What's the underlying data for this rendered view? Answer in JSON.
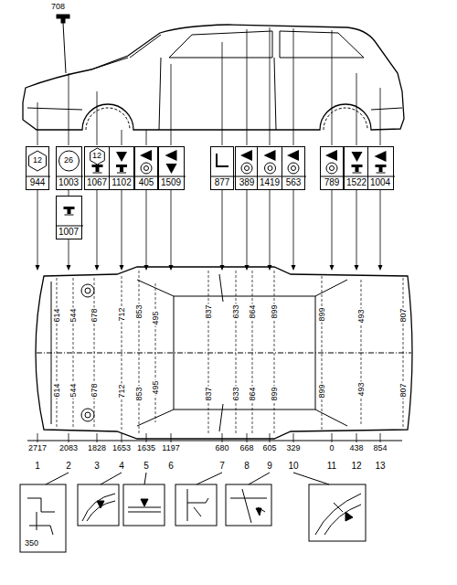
{
  "diagram": {
    "nodes": [
      {
        "text": [
          "12",
          "944"
        ]
      },
      {
        "text": [
          "26",
          "1003"
        ]
      },
      {
        "text": [
          "12",
          "1067"
        ]
      },
      {
        "text": [
          "1102"
        ]
      },
      {
        "text": [
          "405"
        ]
      },
      {
        "text": [
          "1509"
        ]
      },
      {
        "text": [
          "877"
        ]
      },
      {
        "text": [
          "389"
        ]
      },
      {
        "text": [
          "1419"
        ]
      },
      {
        "text": [
          "563"
        ]
      },
      {
        "text": [
          "789"
        ]
      },
      {
        "text": [
          "1522"
        ]
      },
      {
        "text": [
          "1004"
        ]
      },
      {
        "text": [
          "1007"
        ]
      }
    ],
    "labels": [
      "708",
      "614",
      "614",
      "544",
      "544",
      "678",
      "678",
      "712",
      "712",
      "853",
      "853",
      "495",
      "495",
      "837",
      "837",
      "633",
      "633",
      "864",
      "864",
      "899",
      "899",
      "899",
      "899",
      "493",
      "493",
      "807",
      "807",
      "2717",
      "2083",
      "1828",
      "1653",
      "1635",
      "1197",
      "680",
      "668",
      "605",
      "329",
      "0",
      "438",
      "854",
      "1",
      "2",
      "3",
      "4",
      "5",
      "6",
      "7",
      "8",
      "9",
      "10",
      "11",
      "12",
      "13",
      "350"
    ]
  }
}
